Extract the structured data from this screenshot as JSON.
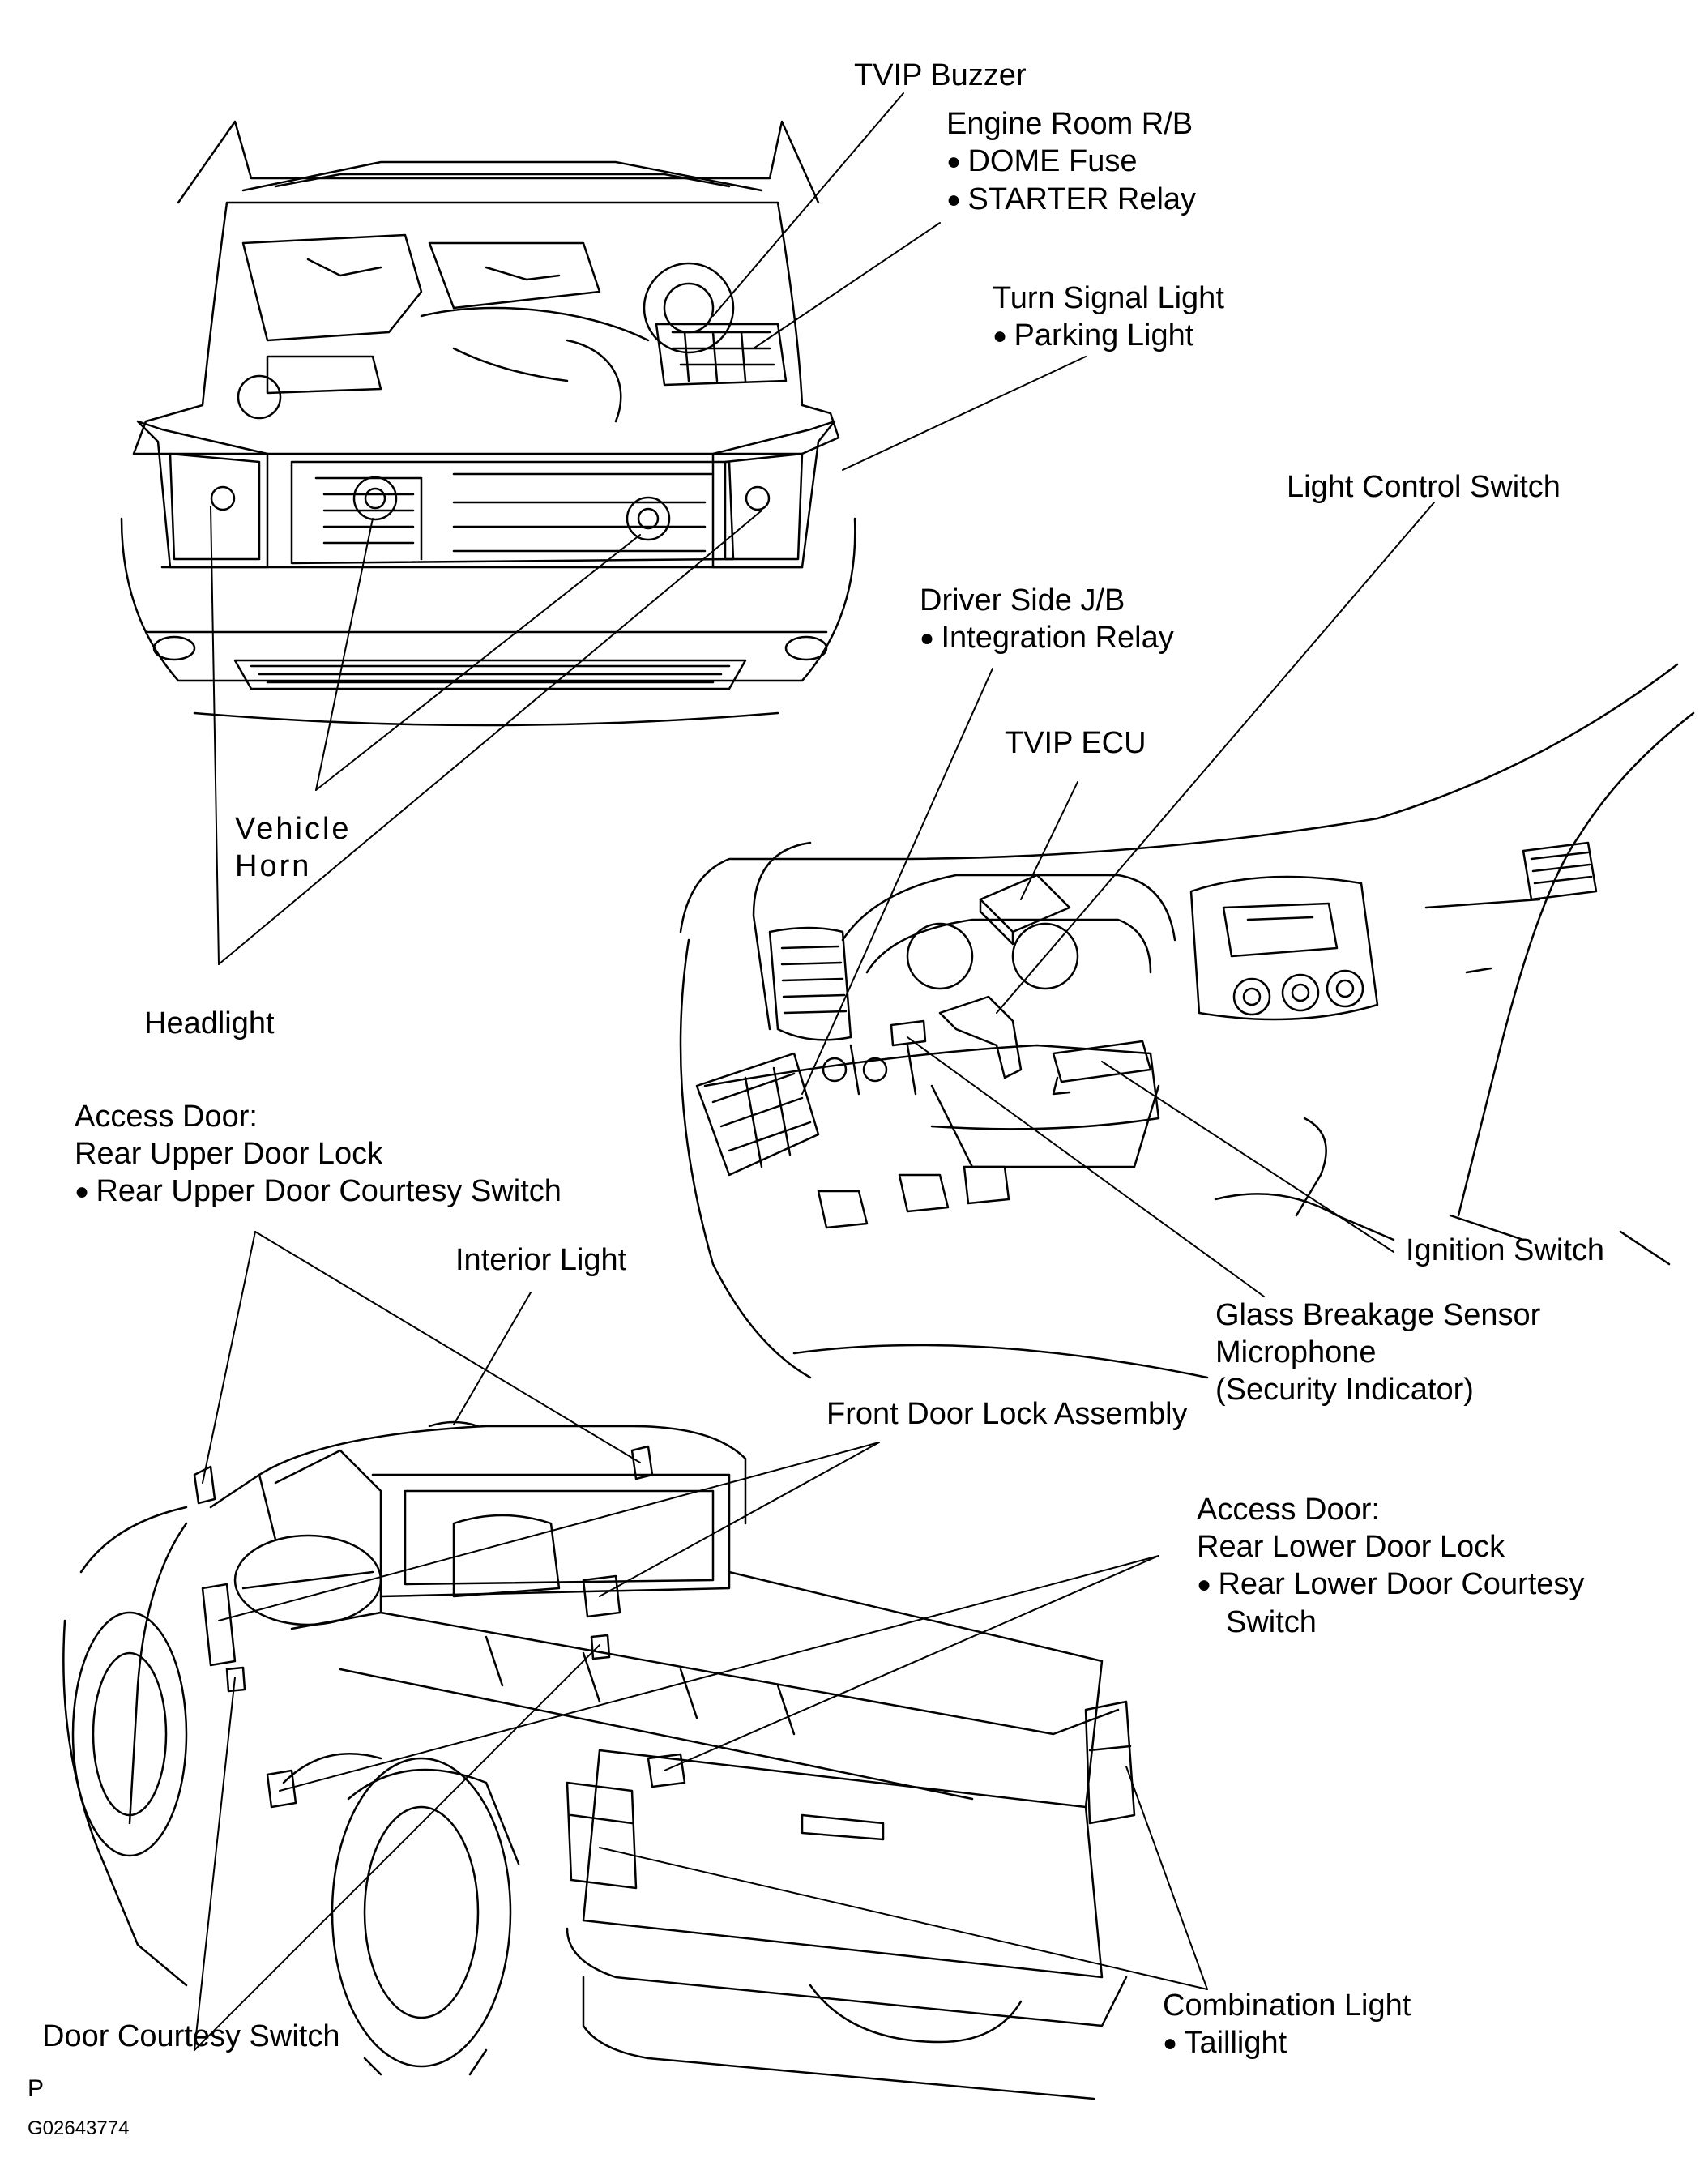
{
  "labels": {
    "tvip_buzzer": "TVIP Buzzer",
    "engine_room_rb": "Engine Room R/B",
    "dome_fuse": "DOME Fuse",
    "starter_relay": "STARTER Relay",
    "turn_signal_light": "Turn Signal Light",
    "parking_light": "Parking Light",
    "light_control_switch": "Light Control Switch",
    "driver_side_jb": "Driver Side J/B",
    "integration_relay": "Integration Relay",
    "tvip_ecu": "TVIP ECU",
    "vehicle": "Vehicle",
    "horn": "Horn",
    "headlight": "Headlight",
    "access_door_upper_1": "Access Door:",
    "access_door_upper_2": "Rear Upper Door Lock",
    "access_door_upper_3": "Rear Upper Door Courtesy Switch",
    "interior_light": "Interior Light",
    "ignition_switch": "Ignition Switch",
    "glass_breakage_1": "Glass Breakage Sensor",
    "glass_breakage_2": "Microphone",
    "glass_breakage_3": "(Security Indicator)",
    "front_door_lock_assembly": "Front Door Lock Assembly",
    "access_door_lower_1": "Access Door:",
    "access_door_lower_2": "Rear Lower Door Lock",
    "access_door_lower_3": "Rear Lower Door Courtesy",
    "access_door_lower_4": "Switch",
    "combination_light": "Combination Light",
    "taillight": "Taillight",
    "door_courtesy_switch": "Door Courtesy Switch"
  },
  "footer": {
    "letter": "P",
    "code": "G02643774"
  }
}
